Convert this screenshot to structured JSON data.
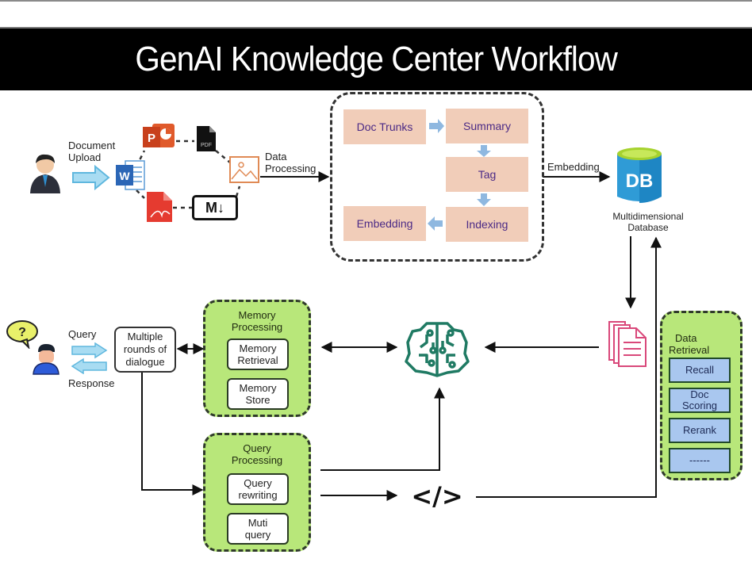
{
  "title": "GenAI Knowledge Center Workflow",
  "ingestion": {
    "upload_label_line1": "Document",
    "upload_label_line2": "Upload",
    "processing_label_line1": "Data",
    "processing_label_line2": "Processing",
    "file_icons": [
      "powerpoint-icon",
      "pdf-icon",
      "word-icon",
      "acrobat-icon",
      "markdown-icon",
      "image-file-icon"
    ],
    "pdf_icon_text": "PDF",
    "word_icon_text": "W",
    "ppt_icon_text": "P",
    "markdown_icon_text": "M↓"
  },
  "pipeline": {
    "steps": [
      "Doc Trunks",
      "Summary",
      "Tag",
      "Indexing",
      "Embedding"
    ]
  },
  "database": {
    "arrow_label": "Embedding",
    "icon_text": "DB",
    "label_line1": "Multidimensional",
    "label_line2": "Database"
  },
  "user_side": {
    "question_mark": "?",
    "query_label": "Query",
    "response_label": "Response",
    "dialogue_line1": "Multiple",
    "dialogue_line2": "rounds of",
    "dialogue_line3": "dialogue"
  },
  "memory_processing": {
    "title_line1": "Memory",
    "title_line2": "Processing",
    "items": [
      {
        "line1": "Memory",
        "line2": "Retrieval"
      },
      {
        "line1": "Memory",
        "line2": "Store"
      }
    ]
  },
  "query_processing": {
    "title_line1": "Query",
    "title_line2": "Processing",
    "items": [
      {
        "line1": "Query",
        "line2": "rewriting"
      },
      {
        "line1": "Muti",
        "line2": "query"
      }
    ]
  },
  "data_retrieval": {
    "title_line1": "Data",
    "title_line2": "Retrieval",
    "items": [
      {
        "line1": "Recall",
        "line2": ""
      },
      {
        "line1": "Doc",
        "line2": "Scoring"
      },
      {
        "line1": "Rerank",
        "line2": ""
      },
      {
        "line1": "------",
        "line2": ""
      }
    ]
  },
  "code_icon_text": "</>",
  "colors": {
    "title_bg": "#000000",
    "pink_box": "#f1cdb9",
    "pink_text": "#4b2a86",
    "green_group": "#b8e77a",
    "blue_box": "#a9c7ef",
    "light_arrow": "#7fc8e8",
    "brain": "#1f7a63",
    "db_blue": "#2f9bd6",
    "db_top": "#a6d22e",
    "docs_pink": "#d9487a"
  }
}
